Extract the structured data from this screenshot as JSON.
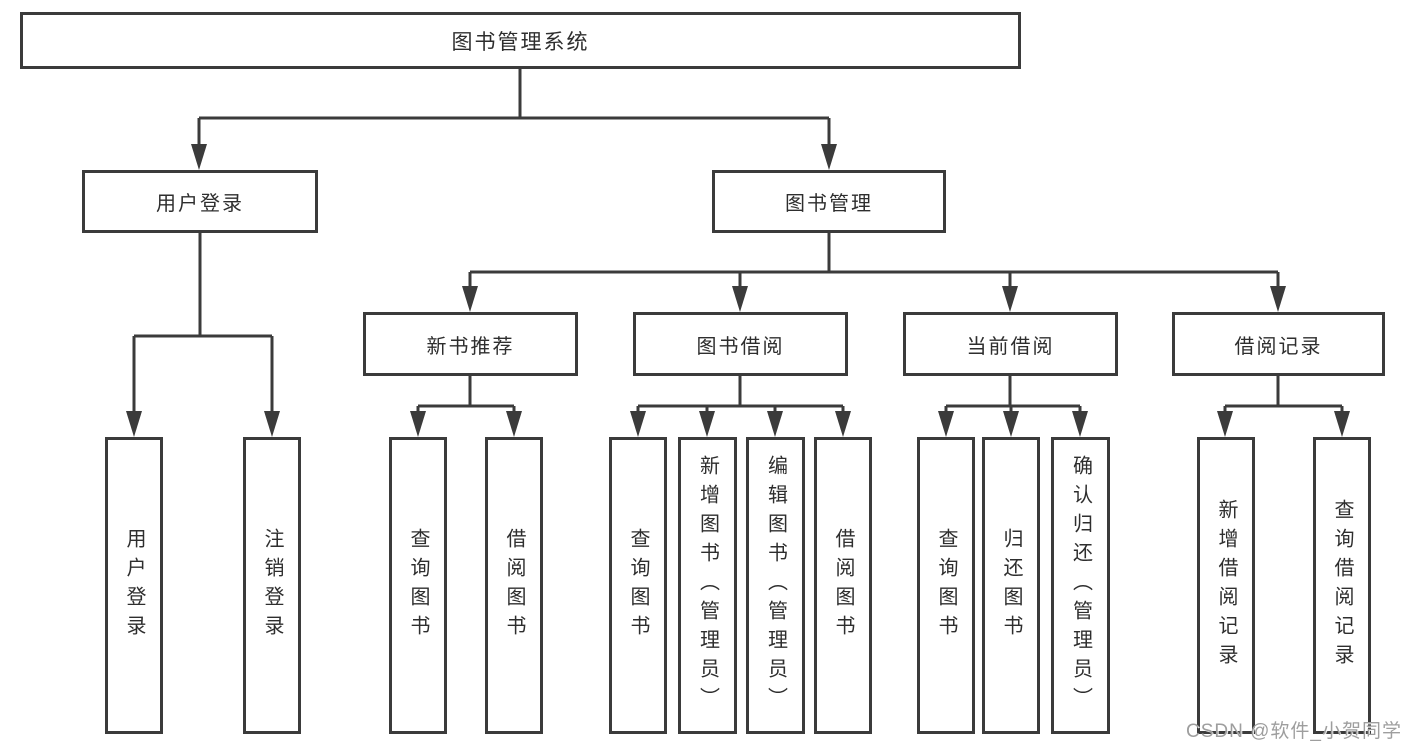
{
  "diagram": {
    "root": {
      "label": "图书管理系统"
    },
    "level2": [
      {
        "label": "用户登录"
      },
      {
        "label": "图书管理"
      }
    ],
    "level3": [
      {
        "label": "新书推荐"
      },
      {
        "label": "图书借阅"
      },
      {
        "label": "当前借阅"
      },
      {
        "label": "借阅记录"
      }
    ],
    "leaves": [
      {
        "label": "用户登录"
      },
      {
        "label": "注销登录"
      },
      {
        "label": "查询图书"
      },
      {
        "label": "借阅图书"
      },
      {
        "label": "查询图书"
      },
      {
        "label": "新增图书（管理员）"
      },
      {
        "label": "编辑图书（管理员）"
      },
      {
        "label": "借阅图书"
      },
      {
        "label": "查询图书"
      },
      {
        "label": "归还图书"
      },
      {
        "label": "确认归还（管理员）"
      },
      {
        "label": "新增借阅记录"
      },
      {
        "label": "查询借阅记录"
      }
    ]
  },
  "watermark": {
    "text": "CSDN @软件_小贺同学"
  },
  "colors": {
    "line": "#3b3b3b",
    "text": "#2e2e2e",
    "watermark": "#9e9e9e",
    "background": "#ffffff"
  }
}
